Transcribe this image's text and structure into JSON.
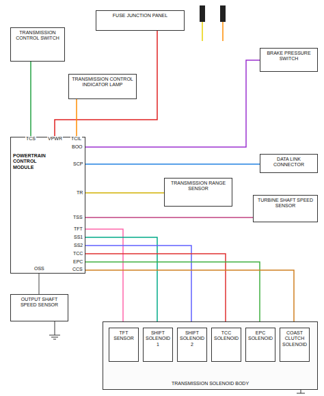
{
  "diagram": {
    "nodes": [
      {
        "text": [
          "POWERTRAIN CONTROL MODULE"
        ]
      },
      {
        "text": [
          "TRANSMISSION CONTROL SWITCH"
        ]
      },
      {
        "text": [
          "TRANSMISSION CONTROL INDICATOR LAMP"
        ]
      },
      {
        "text": [
          "FUSE JUNCTION PANEL"
        ]
      },
      {
        "text": [
          "BRAKE PRESSURE SWITCH"
        ]
      },
      {
        "text": [
          "TRANSMISSION RANGE SENSOR"
        ]
      },
      {
        "text": [
          "TURBINE SHAFT SPEED SENSOR"
        ]
      },
      {
        "text": [
          "DATA LINK CONNECTOR"
        ]
      },
      {
        "text": [
          "OUTPUT SHAFT SPEED SENSOR"
        ]
      },
      {
        "text": [
          "TRANSMISSION SOLENOID BODY"
        ]
      },
      {
        "text": [
          "TFT SENSOR"
        ],
        "in": 9
      },
      {
        "text": [
          "SHIFT SOLENOID 1"
        ],
        "in": 9
      },
      {
        "text": [
          "SHIFT SOLENOID 2"
        ],
        "in": 9
      },
      {
        "text": [
          "TCC SOLENOID"
        ],
        "in": 9
      },
      {
        "text": [
          "EPC SOLENOID"
        ],
        "in": 9
      },
      {
        "text": [
          "COAST CLUTCH SOLENOID"
        ],
        "in": 9
      }
    ],
    "edges": [
      {
        "from": 3,
        "to": 0,
        "arrow": "none"
      },
      {
        "from": 1,
        "to": 0,
        "arrow": "none"
      },
      {
        "from": 2,
        "to": 0,
        "arrow": "none"
      },
      {
        "from": 4,
        "to": 0,
        "arrow": "none"
      },
      {
        "from": 7,
        "to": 0,
        "arrow": "none"
      },
      {
        "from": 5,
        "to": 0,
        "arrow": "none"
      },
      {
        "from": 6,
        "to": 0,
        "arrow": "none"
      },
      {
        "from": 0,
        "to": 10,
        "arrow": "none"
      },
      {
        "from": 0,
        "to": 11,
        "arrow": "none"
      },
      {
        "from": 0,
        "to": 12,
        "arrow": "none"
      },
      {
        "from": 0,
        "to": 13,
        "arrow": "none"
      },
      {
        "from": 0,
        "to": 14,
        "arrow": "none"
      },
      {
        "from": 0,
        "to": 15,
        "arrow": "none"
      },
      {
        "from": 8,
        "to": 0,
        "arrow": "none"
      }
    ],
    "labels": [
      "VPWR",
      "TCS",
      "TCIL",
      "BOO",
      "SCP",
      "TR",
      "TSS",
      "TFT",
      "SS1",
      "SS2",
      "TCC",
      "EPC",
      "CCS",
      "OSS"
    ]
  }
}
